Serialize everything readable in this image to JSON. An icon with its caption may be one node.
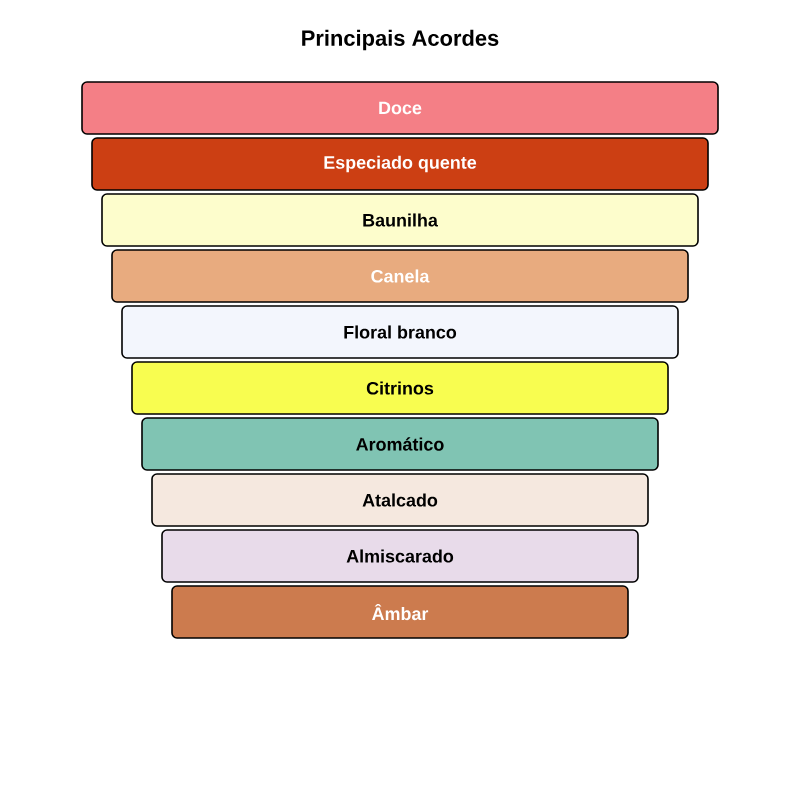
{
  "diagram": {
    "title": "Principais Acordes",
    "nodes": [
      {
        "text": [
          "Doce"
        ]
      },
      {
        "text": [
          "Especiado quente"
        ]
      },
      {
        "text": [
          "Baunilha"
        ]
      },
      {
        "text": [
          "Canela"
        ]
      },
      {
        "text": [
          "Floral branco"
        ]
      },
      {
        "text": [
          "Citrinos"
        ]
      },
      {
        "text": [
          "Aromático"
        ]
      },
      {
        "text": [
          "Atalcado"
        ]
      },
      {
        "text": [
          "Almiscarado"
        ]
      },
      {
        "text": [
          "Âmbar"
        ]
      }
    ],
    "edges": []
  }
}
